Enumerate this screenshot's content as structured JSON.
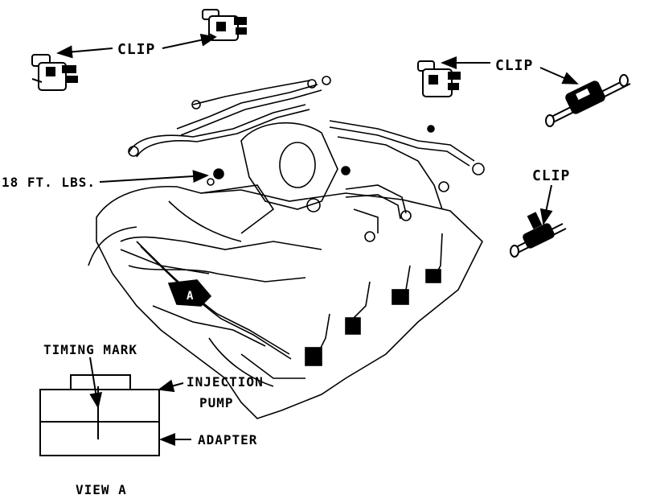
{
  "labels": {
    "clip_top_left": "CLIP",
    "clip_top_right": "CLIP",
    "clip_mid_right": "CLIP",
    "torque": "18 FT. LBS.",
    "timing_mark": "TIMING MARK",
    "injection": "INJECTION",
    "pump": "PUMP",
    "adapter": "ADAPTER",
    "view_a": "VIEW A",
    "callout_a": "A"
  }
}
